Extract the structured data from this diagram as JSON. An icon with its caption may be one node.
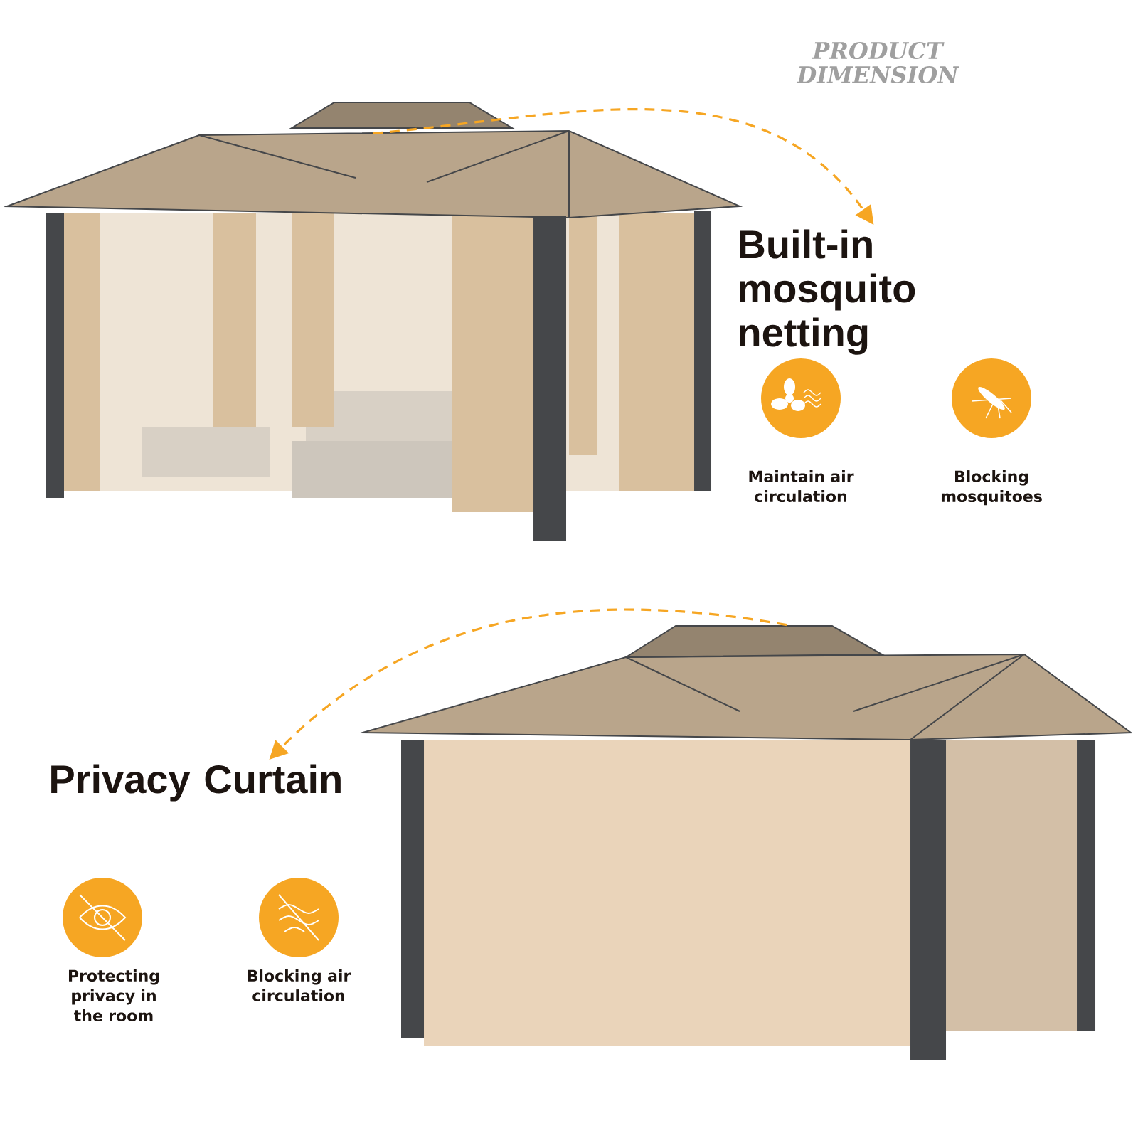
{
  "diagram": {
    "title": "PRODUCT DIMENSION",
    "nodes": [
      {
        "text": [],
        "shape": "picture"
      },
      {
        "text": [
          "Built-in mosquito netting"
        ]
      },
      {
        "text": [],
        "shape": "circle",
        "beside": [
          "Maintain air circulation"
        ]
      },
      {
        "text": [],
        "shape": "circle",
        "beside": [
          "Blocking mosquitoes"
        ]
      },
      {
        "text": [],
        "shape": "picture"
      },
      {
        "text": [
          "Privacy Curtain"
        ]
      },
      {
        "text": [],
        "shape": "circle",
        "beside": [
          "Protecting privacy in the room"
        ]
      },
      {
        "text": [],
        "shape": "circle",
        "beside": [
          "Blocking air circulation"
        ]
      }
    ],
    "edges": [
      {
        "from": 0,
        "to": 1,
        "arrow": "to",
        "style": "dashed"
      },
      {
        "from": 4,
        "to": 5,
        "arrow": "to",
        "style": "dashed"
      }
    ]
  }
}
